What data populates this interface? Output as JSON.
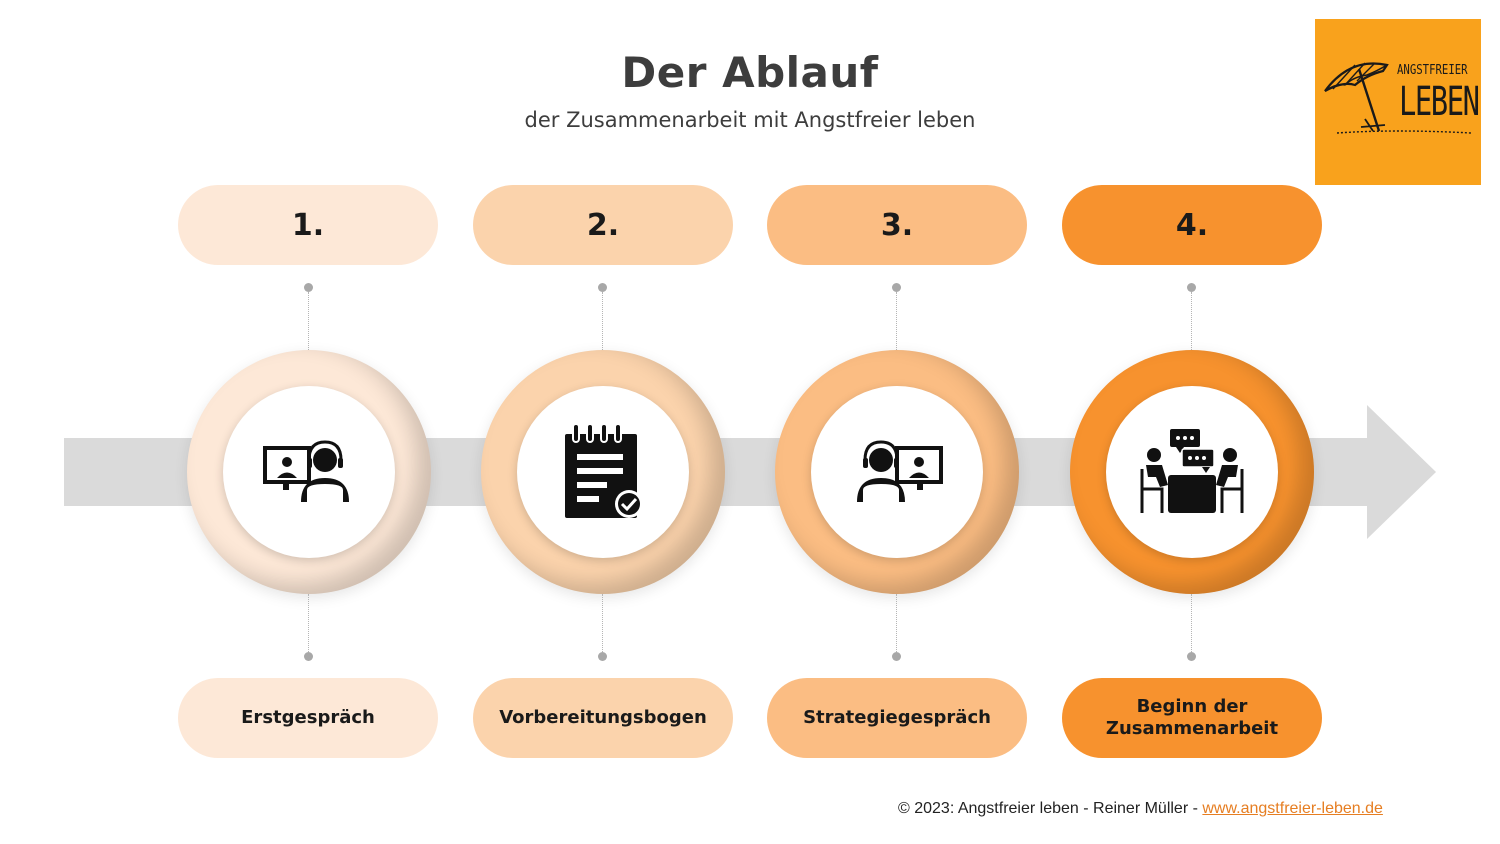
{
  "header": {
    "title": "Der Ablauf",
    "subtitle": "der Zusammenarbeit mit Angstfreier leben"
  },
  "logo": {
    "line1": "ANGSTFREIER",
    "line2": "LEBEN",
    "background": "#F9A21C"
  },
  "steps": [
    {
      "number": "1.",
      "label": "Erstgespräch",
      "icon": "video-call-icon",
      "color": "#FDE8D7"
    },
    {
      "number": "2.",
      "label": "Vorbereitungsbogen",
      "icon": "checklist-icon",
      "color": "#FBD3AC"
    },
    {
      "number": "3.",
      "label": "Strategiegespräch",
      "icon": "video-call-icon",
      "color": "#FBBD83"
    },
    {
      "number": "4.",
      "label": "Beginn der Zusammenarbeit",
      "icon": "meeting-icon",
      "color": "#F7922E"
    }
  ],
  "footer": {
    "text": "© 2023: Angstfreier leben - Reiner Müller - ",
    "link": "www.angstfreier-leben.de"
  },
  "colors": {
    "arrow": "#DADADA",
    "text": "#3d3d3d",
    "link": "#E67E22"
  }
}
